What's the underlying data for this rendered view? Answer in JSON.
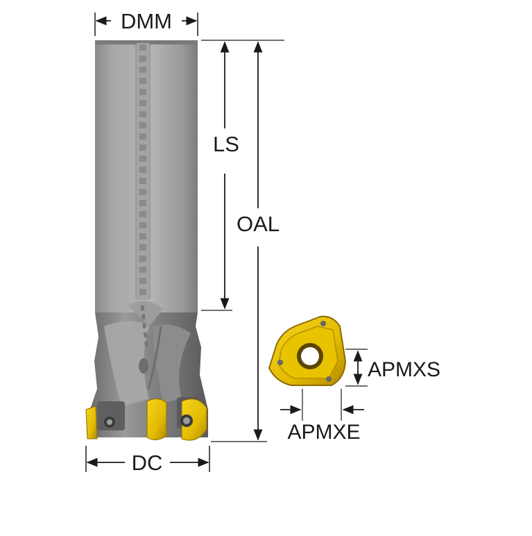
{
  "labels": {
    "dmm": "DMM",
    "ls": "LS",
    "oal": "OAL",
    "dc": "DC",
    "apmxs": "APMXS",
    "apmxe": "APMXE"
  },
  "colors": {
    "shank_light": "#b9b9b9",
    "shank_mid": "#8e8e8e",
    "shank_dark": "#5f5f5f",
    "coolant_channel": "#9c9c9c",
    "insert_gold": "#e9c200",
    "insert_gold_dark": "#a98500",
    "dimension_line": "#1a1a1a"
  }
}
